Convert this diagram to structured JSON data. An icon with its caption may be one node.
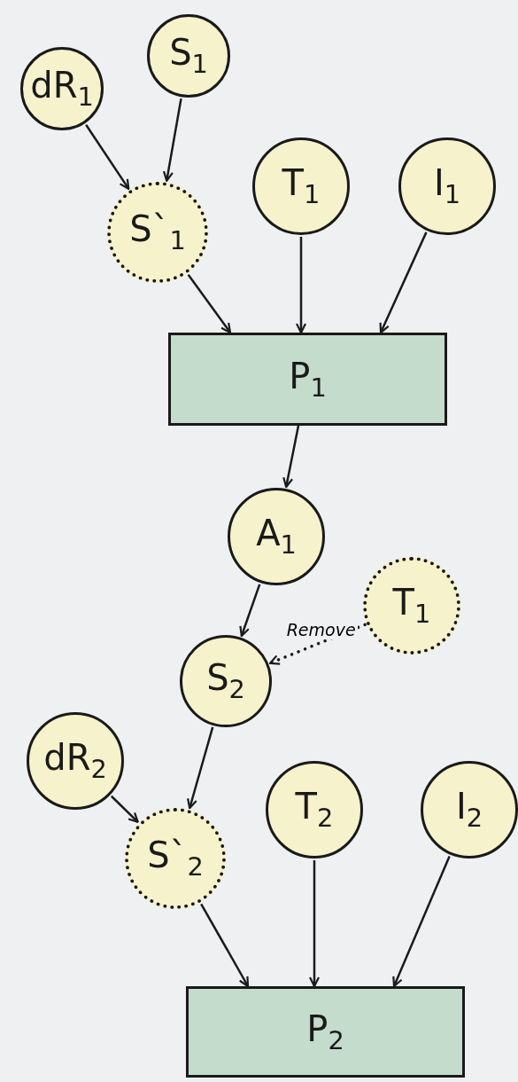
{
  "diagram": {
    "nodes": [
      {
        "text": [
          "dR$_{1}$"
        ]
      },
      {
        "text": [
          "S$_{1}$"
        ]
      },
      {
        "text": [
          "S`$_{1}$"
        ]
      },
      {
        "text": [
          "T$_{1}$"
        ]
      },
      {
        "text": [
          "I$_{1}$"
        ]
      },
      {
        "text": [
          "P$_{1}$"
        ]
      },
      {
        "text": [
          "A$_{1}$"
        ]
      },
      {
        "text": [
          "T$_{1}$"
        ]
      },
      {
        "text": [
          "S$_{2}$"
        ]
      },
      {
        "text": [
          "dR$_{2}$"
        ]
      },
      {
        "text": [
          "S`$_{2}$"
        ]
      },
      {
        "text": [
          "T$_{2}$"
        ]
      },
      {
        "text": [
          "I$_{2}$"
        ]
      },
      {
        "text": [
          "P$_{2}$"
        ]
      }
    ],
    "edges": [
      {
        "from": 0,
        "to": 2,
        "arrow": "to"
      },
      {
        "from": 1,
        "to": 2,
        "arrow": "to"
      },
      {
        "from": 2,
        "to": 5,
        "arrow": "to"
      },
      {
        "from": 3,
        "to": 5,
        "arrow": "to"
      },
      {
        "from": 4,
        "to": 5,
        "arrow": "to"
      },
      {
        "from": 5,
        "to": 6,
        "arrow": "to"
      },
      {
        "from": 6,
        "to": 8,
        "arrow": "to"
      },
      {
        "from": 7,
        "to": 8,
        "arrow": "to",
        "label": "Remove",
        "style": "dashed"
      },
      {
        "from": 8,
        "to": 10,
        "arrow": "to"
      },
      {
        "from": 9,
        "to": 10,
        "arrow": "to"
      },
      {
        "from": 10,
        "to": 13,
        "arrow": "to"
      },
      {
        "from": 11,
        "to": 13,
        "arrow": "to"
      },
      {
        "from": 12,
        "to": 13,
        "arrow": "to"
      }
    ]
  }
}
